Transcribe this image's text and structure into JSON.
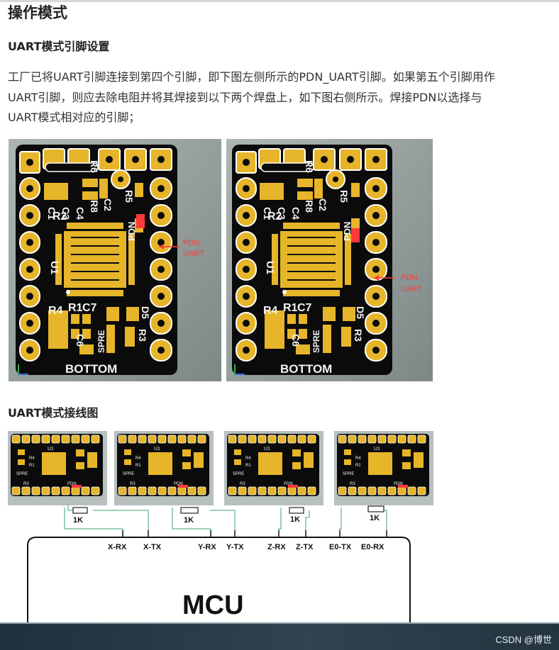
{
  "page": {
    "heading": "操作模式",
    "subheading_uart_pins": "UART模式引脚设置",
    "paragraph_lines": [
      "工厂已将UART引脚连接到第四个引脚，即下图左侧所示的PDN_UART引脚。如果第五个引脚用作",
      "UART引脚，则应去除电阻并将其焊接到以下两个焊盘上，如下图右侧所示。焊接PDN以选择与",
      "UART模式相对应的引脚；"
    ],
    "subheading_wiring": "UART模式接线图"
  },
  "pcb_left": {
    "labels": {
      "pdn": "PDN",
      "uart": "UART",
      "bottom": "BOTTOM",
      "c1": "C1",
      "c3": "C3",
      "c4": "C4",
      "r8": "R8",
      "r6": "R6",
      "c2": "C2",
      "r5": "R5",
      "pdn_side": "PDN",
      "r2": "R2",
      "u1": "U1",
      "r4": "R4",
      "r1": "R1",
      "c7": "C7",
      "d5": "D5",
      "c6": "C6",
      "spre": "SPRE",
      "r3": "R3"
    }
  },
  "pcb_right": {
    "labels": {
      "pdn": "PDN",
      "uart": "UART",
      "bottom": "BOTTOM",
      "c1": "C1",
      "c3": "C3",
      "c4": "C4",
      "r8": "R8",
      "r6": "R6",
      "c2": "C2",
      "r5": "R5",
      "pdn_side": "PDN",
      "r2": "R2",
      "u1": "U1",
      "r4": "R4",
      "r1": "R1",
      "c7": "C7",
      "d5": "D5",
      "c6": "C6",
      "spre": "SPRE",
      "r3": "R3"
    }
  },
  "wiring": {
    "mcu_label": "MCU",
    "resistor_label": "1K",
    "board_labels": {
      "u1": "U1",
      "pdn": "PDN",
      "r4": "R4",
      "r1": "R1",
      "r3": "R3",
      "spre": "SPRE"
    },
    "pins": [
      {
        "label": "X-RX"
      },
      {
        "label": "X-TX"
      },
      {
        "label": "Y-RX"
      },
      {
        "label": "Y-TX"
      },
      {
        "label": "Z-RX"
      },
      {
        "label": "Z-TX"
      },
      {
        "label": "E0-TX"
      },
      {
        "label": "E0-RX"
      }
    ]
  },
  "footer": {
    "text": "CSDN @博世"
  },
  "colors": {
    "pad_gold": "#e6b52a",
    "pcb_black": "#0b0b0b",
    "silk": "#f2f2f2",
    "marker_red": "#ff3a3a",
    "wire_green": "#3aa46a"
  }
}
